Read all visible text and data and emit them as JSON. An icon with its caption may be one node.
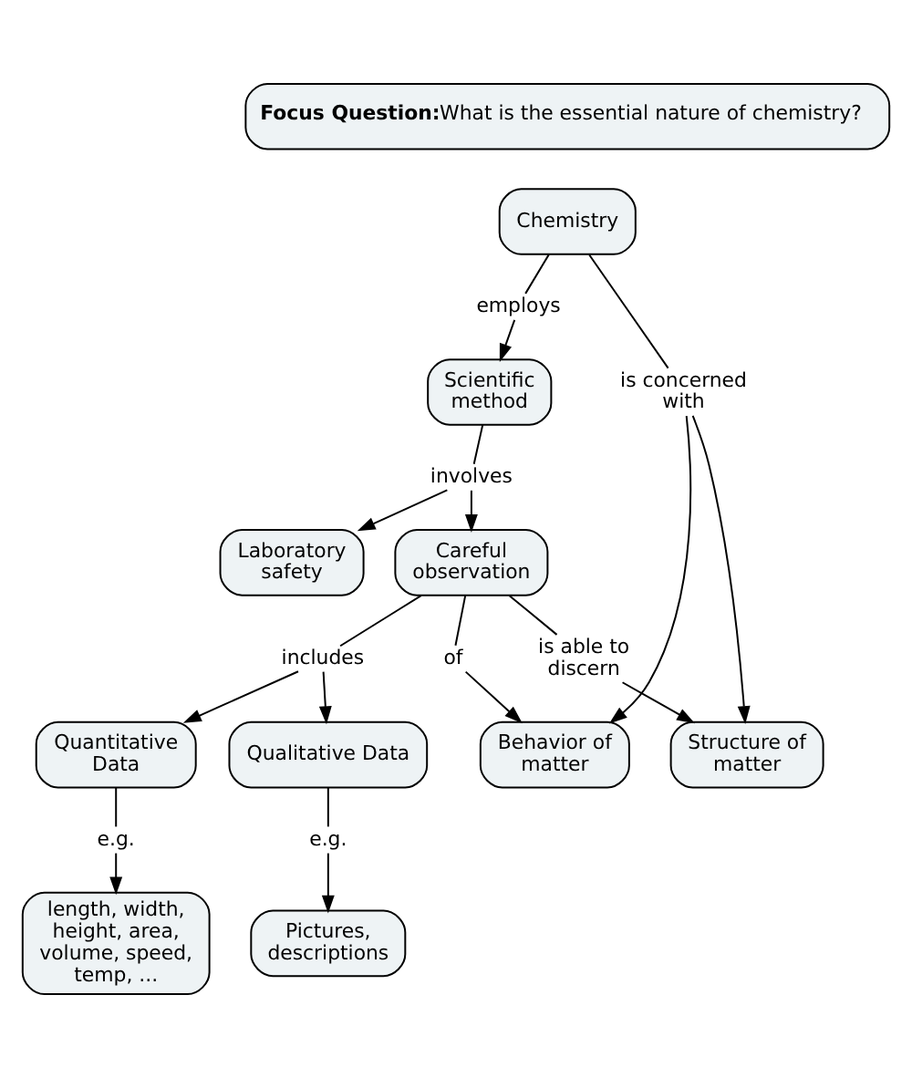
{
  "diagram": {
    "nodes": [
      {
        "text": [
          "Focus Question:",
          "What is the essential nature of chemistry?"
        ]
      },
      {
        "text": [
          "Chemistry"
        ]
      },
      {
        "text": [
          "employs"
        ]
      },
      {
        "text": [
          "Scientific method"
        ]
      },
      {
        "text": [
          "involves"
        ]
      },
      {
        "text": [
          "Laboratory safety"
        ]
      },
      {
        "text": [
          "Careful observation"
        ]
      },
      {
        "text": [
          "is concerned with"
        ]
      },
      {
        "text": [
          "Structure of matter"
        ]
      },
      {
        "text": [
          "Behavior of matter"
        ]
      },
      {
        "text": [
          "includes"
        ]
      },
      {
        "text": [
          "is able to discern"
        ]
      },
      {
        "text": [
          "of"
        ]
      },
      {
        "text": [
          "Quantitative Data"
        ]
      },
      {
        "text": [
          "Qualitative Data"
        ]
      },
      {
        "text": [
          "e.g."
        ]
      },
      {
        "text": [
          "e.g."
        ]
      },
      {
        "text": [
          "length, width, height, area, volume, speed, temp, ..."
        ]
      },
      {
        "text": [
          "Pictures, descriptions"
        ]
      }
    ],
    "edges": [
      {
        "from": 1,
        "to": 2,
        "arrow": "none"
      },
      {
        "from": 2,
        "to": 3,
        "arrow": "to"
      },
      {
        "from": 3,
        "to": 4,
        "arrow": "none"
      },
      {
        "from": 4,
        "to": 5,
        "arrow": "to"
      },
      {
        "from": 4,
        "to": 6,
        "arrow": "to"
      },
      {
        "from": 1,
        "to": 7,
        "arrow": "none"
      },
      {
        "from": 7,
        "to": 8,
        "arrow": "to"
      },
      {
        "from": 7,
        "to": 9,
        "arrow": "to"
      },
      {
        "from": 6,
        "to": 10,
        "arrow": "none"
      },
      {
        "from": 10,
        "to": 13,
        "arrow": "to"
      },
      {
        "from": 10,
        "to": 14,
        "arrow": "to"
      },
      {
        "from": 6,
        "to": 11,
        "arrow": "none"
      },
      {
        "from": 11,
        "to": 8,
        "arrow": "to"
      },
      {
        "from": 6,
        "to": 12,
        "arrow": "none"
      },
      {
        "from": 12,
        "to": 9,
        "arrow": "to"
      },
      {
        "from": 13,
        "to": 15,
        "arrow": "none"
      },
      {
        "from": 15,
        "to": 17,
        "arrow": "to"
      },
      {
        "from": 14,
        "to": 16,
        "arrow": "none"
      },
      {
        "from": 16,
        "to": 18,
        "arrow": "to"
      }
    ]
  }
}
